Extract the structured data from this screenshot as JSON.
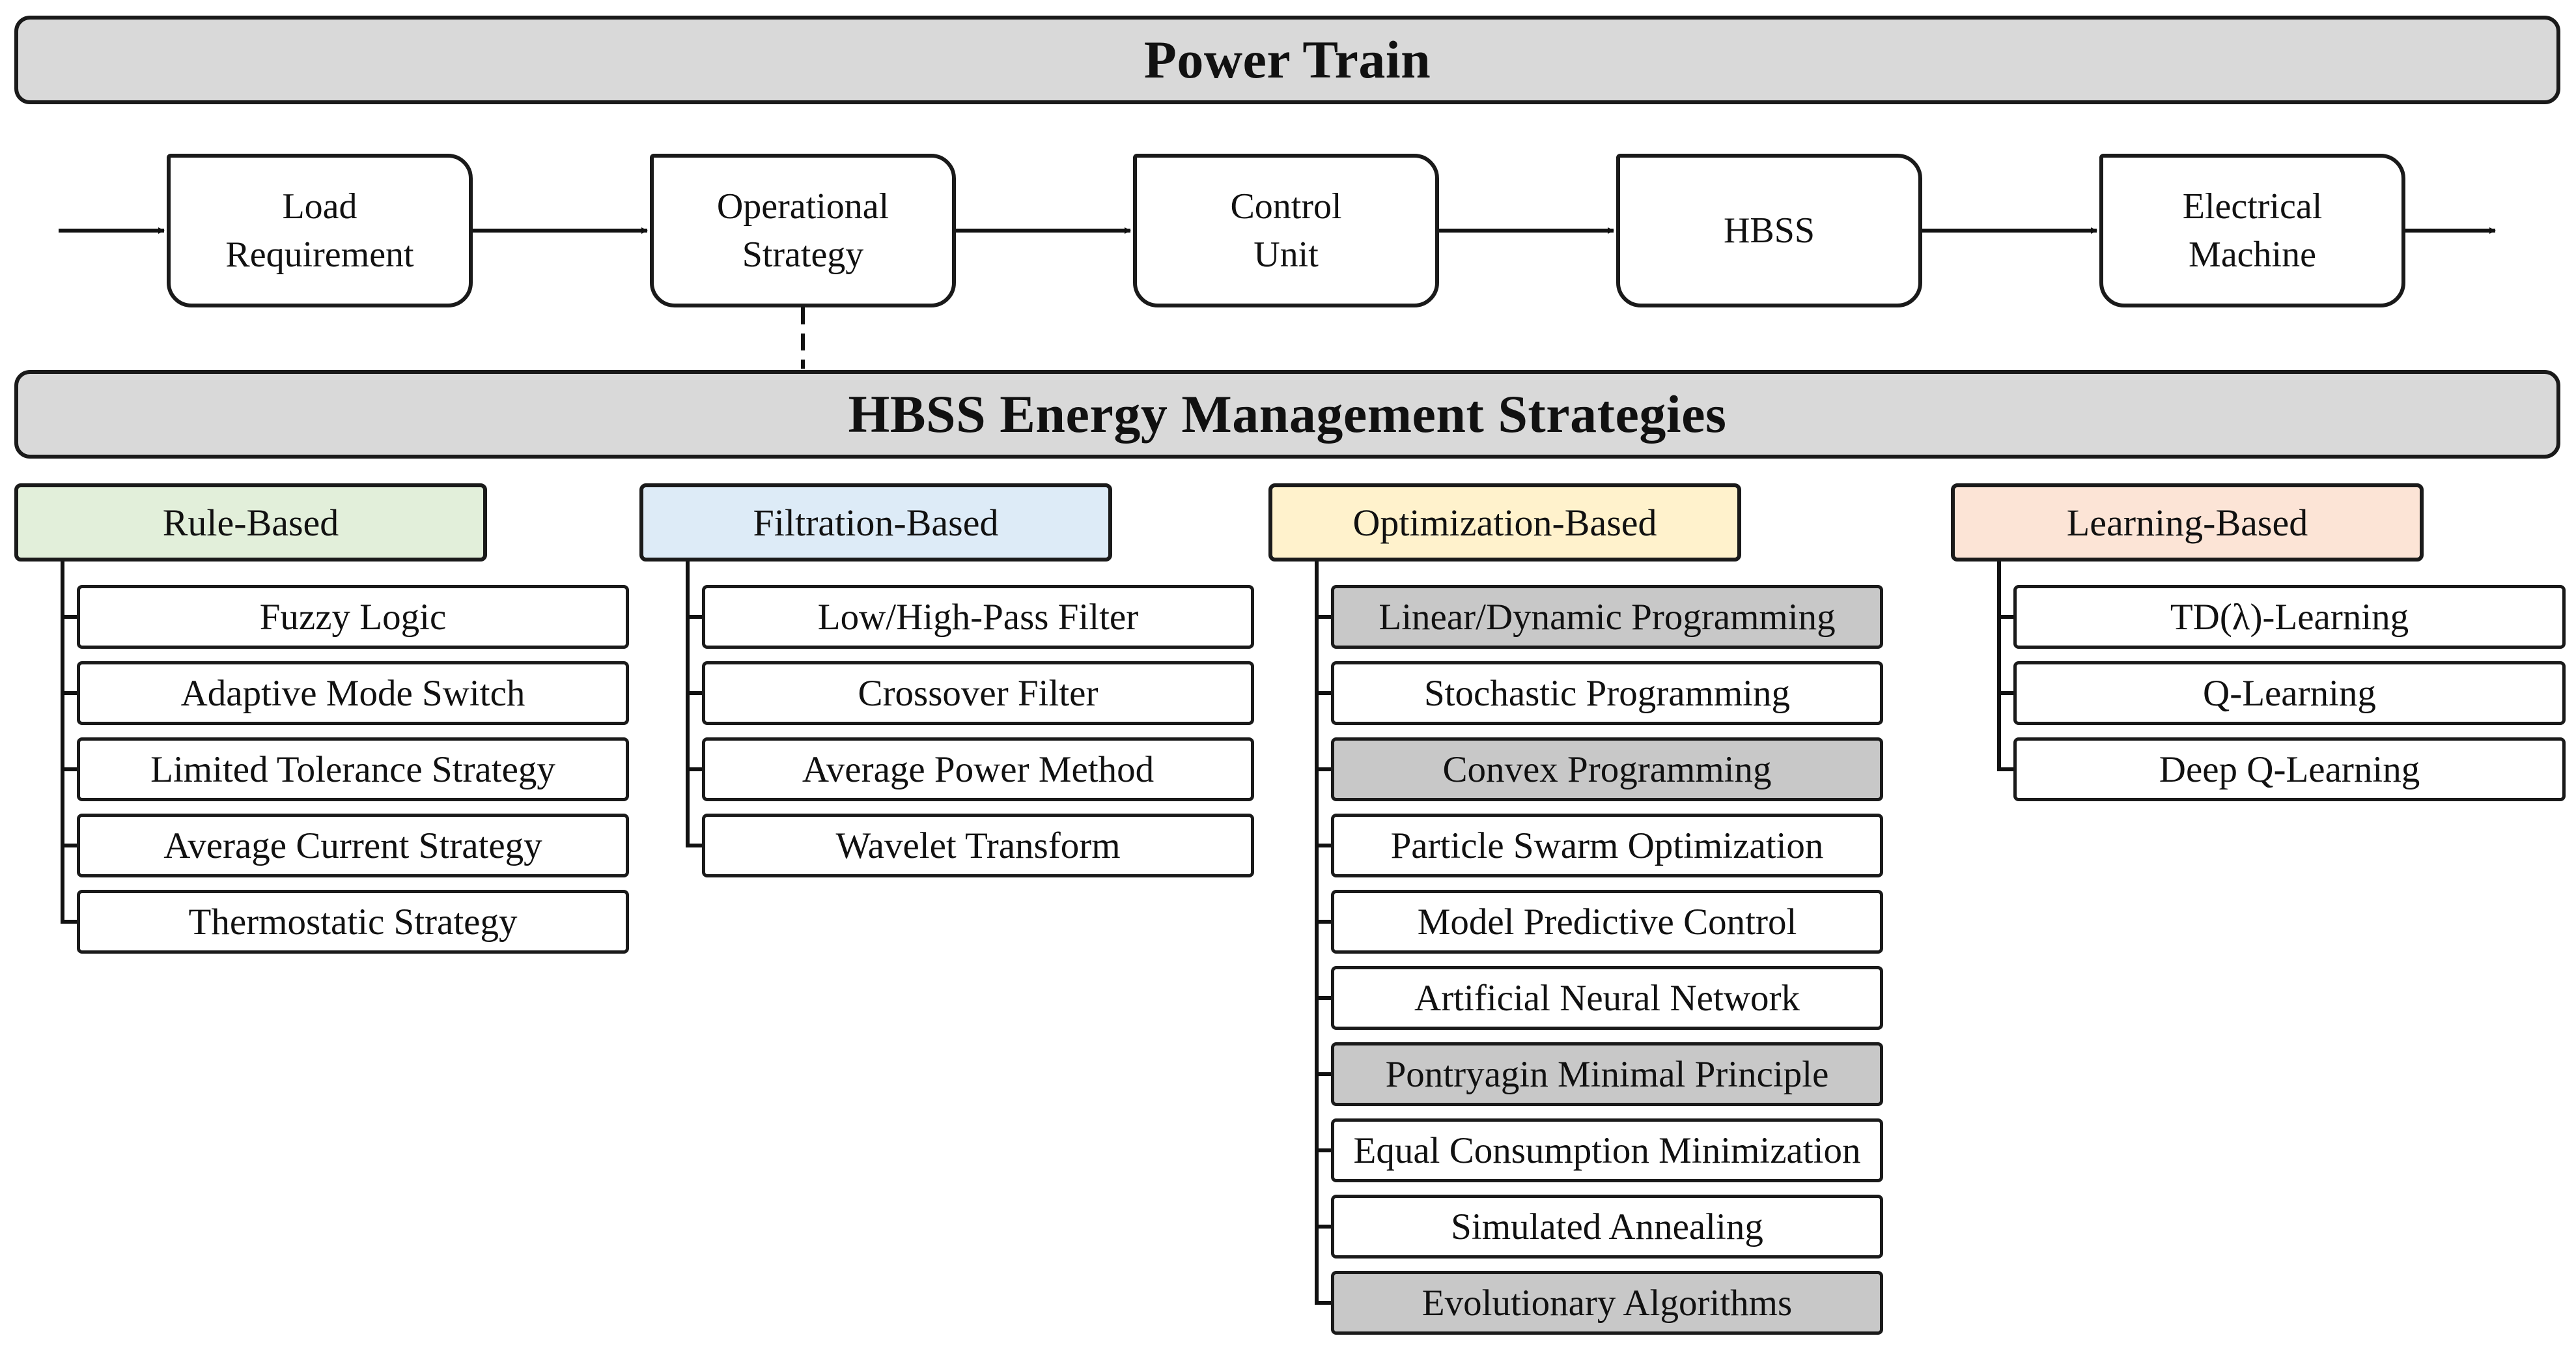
{
  "power_train": {
    "title": "Power Train",
    "flow": [
      {
        "line1": "Load",
        "line2": "Requirement"
      },
      {
        "line1": "Operational",
        "line2": "Strategy"
      },
      {
        "line1": "Control",
        "line2": "Unit"
      },
      {
        "line1": "HBSS",
        "line2": ""
      },
      {
        "line1": "Electrical",
        "line2": "Machine"
      }
    ]
  },
  "ems": {
    "title": "HBSS Energy Management Strategies",
    "categories": [
      {
        "label": "Rule-Based",
        "color": "#e2efda",
        "items": [
          {
            "label": "Fuzzy Logic",
            "shaded": false
          },
          {
            "label": "Adaptive Mode Switch",
            "shaded": false
          },
          {
            "label": "Limited Tolerance Strategy",
            "shaded": false
          },
          {
            "label": "Average Current Strategy",
            "shaded": false
          },
          {
            "label": "Thermostatic Strategy",
            "shaded": false
          }
        ]
      },
      {
        "label": "Filtration-Based",
        "color": "#ddebf7",
        "items": [
          {
            "label": "Low/High-Pass Filter",
            "shaded": false
          },
          {
            "label": "Crossover Filter",
            "shaded": false
          },
          {
            "label": "Average Power Method",
            "shaded": false
          },
          {
            "label": "Wavelet Transform",
            "shaded": false
          }
        ]
      },
      {
        "label": "Optimization-Based",
        "color": "#fff2cc",
        "items": [
          {
            "label": "Linear/Dynamic Programming",
            "shaded": true
          },
          {
            "label": "Stochastic Programming",
            "shaded": false
          },
          {
            "label": "Convex Programming",
            "shaded": true
          },
          {
            "label": "Particle Swarm Optimization",
            "shaded": false
          },
          {
            "label": "Model Predictive Control",
            "shaded": false
          },
          {
            "label": "Artificial Neural Network",
            "shaded": false
          },
          {
            "label": "Pontryagin Minimal Principle",
            "shaded": true
          },
          {
            "label": "Equal Consumption Minimization",
            "shaded": false
          },
          {
            "label": "Simulated Annealing",
            "shaded": false
          },
          {
            "label": "Evolutionary Algorithms",
            "shaded": true
          }
        ]
      },
      {
        "label": "Learning-Based",
        "color": "#fce4d6",
        "items": [
          {
            "label": "TD(λ)-Learning",
            "shaded": false
          },
          {
            "label": "Q-Learning",
            "shaded": false
          },
          {
            "label": "Deep Q-Learning",
            "shaded": false
          }
        ]
      }
    ]
  }
}
